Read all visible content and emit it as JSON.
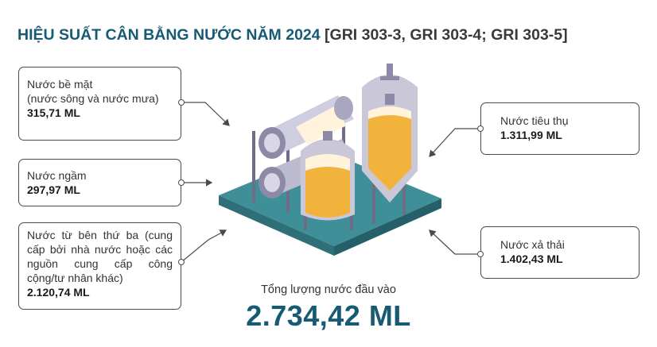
{
  "title": {
    "main": "HIỆU SUẤT CÂN BẰNG NƯỚC NĂM 2024",
    "gri": "[GRI 303-3, GRI 303-4; GRI 303-5]"
  },
  "inputs": [
    {
      "label_line1": "Nước bề mặt",
      "label_line2": "(nước sông và nước mưa)",
      "value": "315,71 ML"
    },
    {
      "label_line1": "Nước ngầm",
      "value": "297,97 ML"
    },
    {
      "label_line1": "Nước từ bên thứ ba (cung cấp bởi nhà nước hoặc các nguồn cung cấp công cộng/tư nhân khác)",
      "value": "2.120,74 ML"
    }
  ],
  "outputs": [
    {
      "label": "Nước tiêu thụ",
      "value": "1.311,99 ML"
    },
    {
      "label": "Nước xả thải",
      "value": "1.402,43 ML"
    }
  ],
  "total": {
    "label": "Tổng lượng nước đầu vào",
    "value": "2.734,42 ML"
  },
  "colors": {
    "title": "#175a73",
    "platform": "#3f8f98",
    "beer": "#f2b33d",
    "tank": "#c9c7d8"
  }
}
